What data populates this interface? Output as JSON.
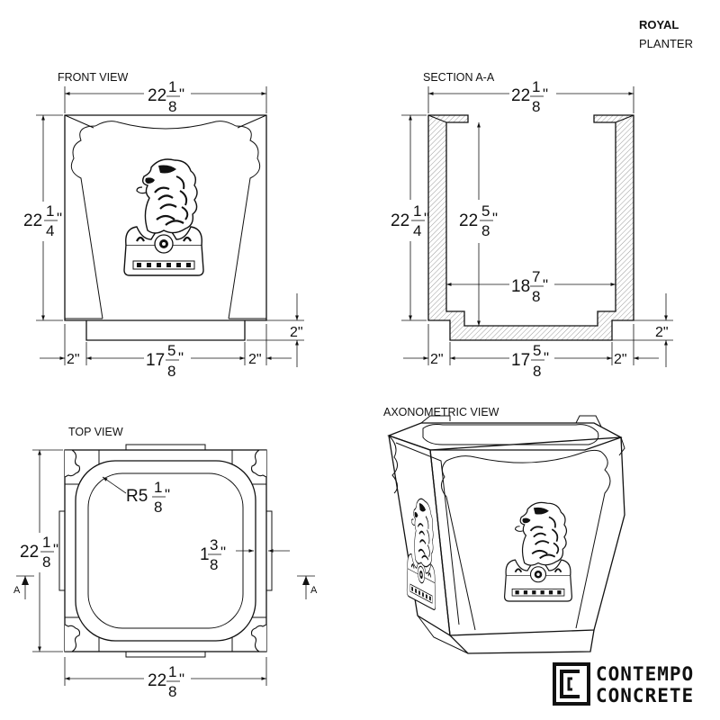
{
  "title": {
    "name": "ROYAL",
    "subtitle": "PLANTER"
  },
  "views": {
    "front": {
      "label": "FRONT VIEW",
      "width_whole": "22",
      "width_num": "1",
      "width_den": "8",
      "height_whole": "22",
      "height_num": "1",
      "height_den": "4",
      "base_height": "2\"",
      "left_offset": "2\"",
      "right_offset": "2\"",
      "base_whole": "17",
      "base_num": "5",
      "base_den": "8"
    },
    "section": {
      "label": "SECTION A-A",
      "width_whole": "22",
      "width_num": "1",
      "width_den": "8",
      "height_whole": "22",
      "height_num": "1",
      "height_den": "4",
      "inner_height_whole": "22",
      "inner_height_num": "5",
      "inner_height_den": "8",
      "inner_width_whole": "18",
      "inner_width_num": "7",
      "inner_width_den": "8",
      "base_height": "2\"",
      "left_offset": "2\"",
      "right_offset": "2\"",
      "base_whole": "17",
      "base_num": "5",
      "base_den": "8"
    },
    "top": {
      "label": "TOP VIEW",
      "radius_prefix": "R5",
      "radius_num": "1",
      "radius_den": "8",
      "wall_whole": "1",
      "wall_num": "3",
      "wall_den": "8",
      "height_whole": "22",
      "height_num": "1",
      "height_den": "8",
      "width_whole": "22",
      "width_num": "1",
      "width_den": "8",
      "section_marker_left": "A",
      "section_marker_right": "A"
    },
    "axonometric": {
      "label": "AXONOMETRIC VIEW"
    }
  },
  "logo": {
    "line1": "CONTEMPO",
    "line2": "CONCRETE",
    "color": "#111111"
  },
  "icons": [
    "lion-crest-icon",
    "contempo-logo-mark-icon"
  ]
}
